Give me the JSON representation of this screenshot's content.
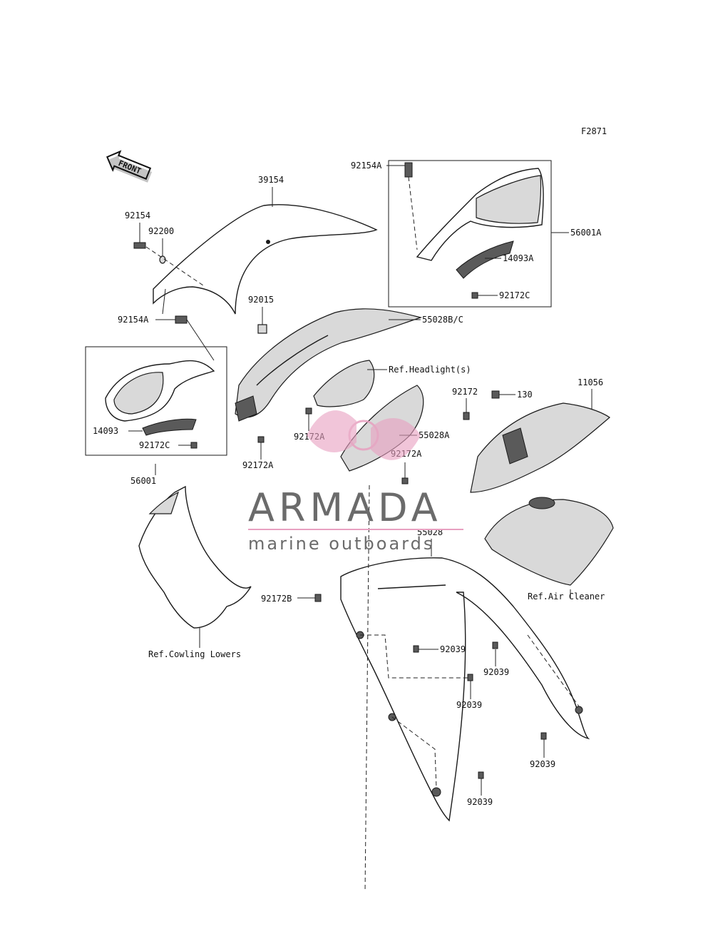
{
  "figure_code": "F2871",
  "front_arrow": {
    "text": "FRONT",
    "icon": "front-arrow-icon"
  },
  "labels": {
    "p39154": "39154",
    "p92154": "92154",
    "p92200": "92200",
    "p92154A_left": "92154A",
    "p92154A_top": "92154A",
    "p92015": "92015",
    "p56001A": "56001A",
    "p14093A": "14093A",
    "p92172C_right": "92172C",
    "p55028BC": "55028B/C",
    "ref_headlight": "Ref.Headlight(s)",
    "p92172": "92172",
    "p130": "130",
    "p11056": "11056",
    "p14093": "14093",
    "p92172C_left": "92172C",
    "p92172A_a": "92172A",
    "p92172A_b": "92172A",
    "p92172A_c": "92172A",
    "p55028A": "55028A",
    "p56001": "56001",
    "p55028": "55028",
    "p92172B": "92172B",
    "ref_air_cleaner": "Ref.Air Cleaner",
    "ref_cowling_lowers": "Ref.Cowling Lowers",
    "p92039_a": "92039",
    "p92039_b": "92039",
    "p92039_c": "92039",
    "p92039_d": "92039",
    "p92039_e": "92039"
  },
  "watermark": {
    "title": "ARMADA",
    "subtitle": "marine outboards",
    "title_color": "#6b6b6b",
    "accent_color": "#e8a0c0"
  }
}
